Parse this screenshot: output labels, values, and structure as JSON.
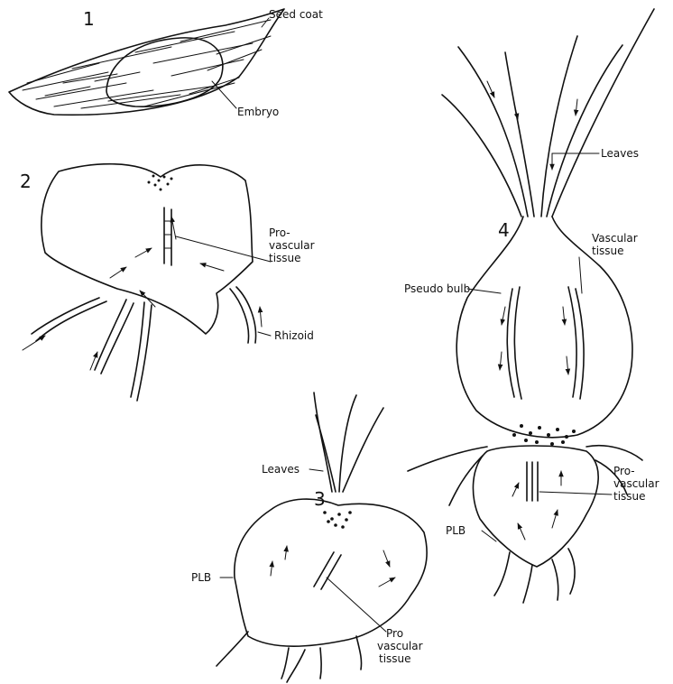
{
  "figures": [
    {
      "number": "1",
      "labels": [
        "Seed coat",
        "Embryo"
      ]
    },
    {
      "number": "2",
      "labels": [
        "Pro-",
        "vascular",
        "tissue",
        "Rhizoid"
      ]
    },
    {
      "number": "3",
      "labels": [
        "Leaves",
        "PLB",
        "Pro",
        "vascular",
        "tissue"
      ]
    },
    {
      "number": "4",
      "labels": [
        "Leaves",
        "Vascular",
        "tissue",
        "Pseudo bulb",
        "Pro-",
        "vascular",
        "tissue",
        "PLB"
      ]
    }
  ],
  "colors": {
    "ink": "#111111",
    "background": "#ffffff"
  }
}
